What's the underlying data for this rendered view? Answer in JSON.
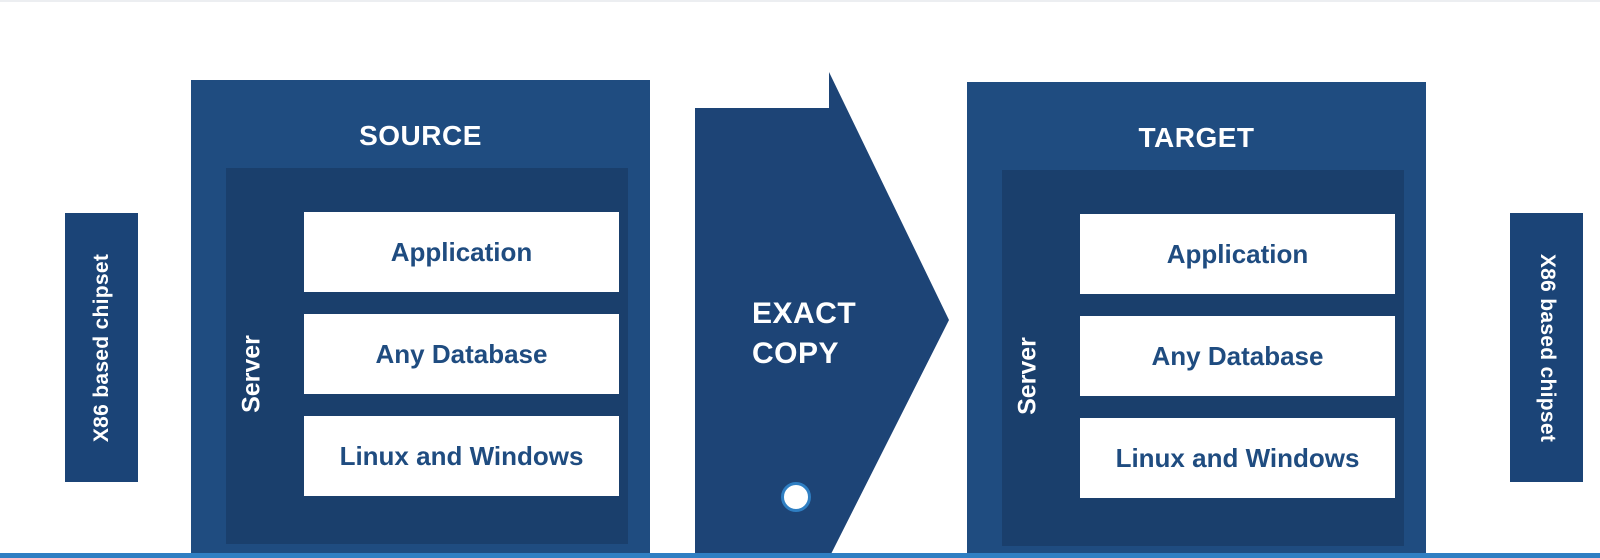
{
  "left_chipset": {
    "label": "X86 based chipset"
  },
  "right_chipset": {
    "label": "X86 based chipset"
  },
  "source": {
    "title": "SOURCE",
    "server_label": "Server",
    "layers": [
      "Application",
      "Any Database",
      "Linux and Windows"
    ]
  },
  "target": {
    "title": "TARGET",
    "server_label": "Server",
    "layers": [
      "Application",
      "Any Database",
      "Linux and Windows"
    ]
  },
  "arrow": {
    "line1": "EXACT",
    "line2": "COPY"
  },
  "colors": {
    "panel": "#1f4c80",
    "server": "#1a3f6c",
    "chipset": "#1b4477",
    "arrow": "#1d4476",
    "layer_text": "#1f4c80",
    "accent": "#2f7fc3"
  }
}
